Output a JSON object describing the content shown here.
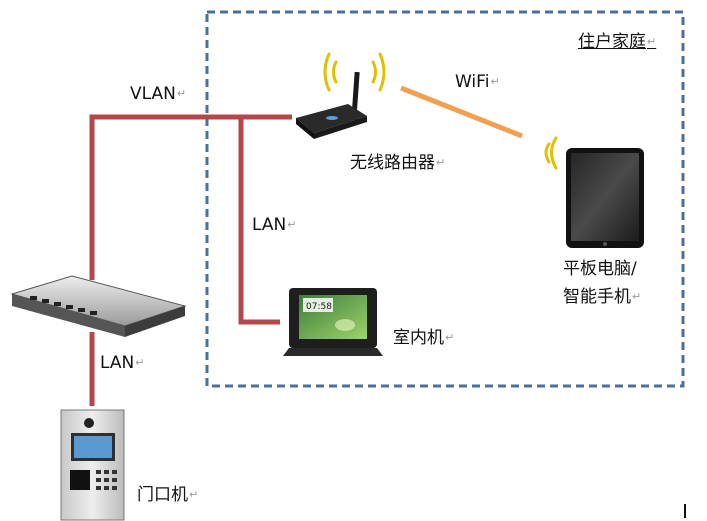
{
  "diagram": {
    "zone_label": "住户家庭",
    "labels": {
      "vlan": "VLAN",
      "wifi": "WiFi",
      "lan_upper": "LAN",
      "lan_lower": "LAN",
      "router": "无线路由器",
      "indoor_unit": "室内机",
      "tablet_line1": "平板电脑/",
      "tablet_line2": "智能手机",
      "door_unit": "门口机"
    },
    "paragraph_mark": "↵",
    "indoor_screen_time": "07:58",
    "colors": {
      "zone_border": "#4a6f99",
      "wired_link": "#b4474a",
      "wifi_link": "#f0a050",
      "wifi_waves": "#e0c000"
    }
  }
}
